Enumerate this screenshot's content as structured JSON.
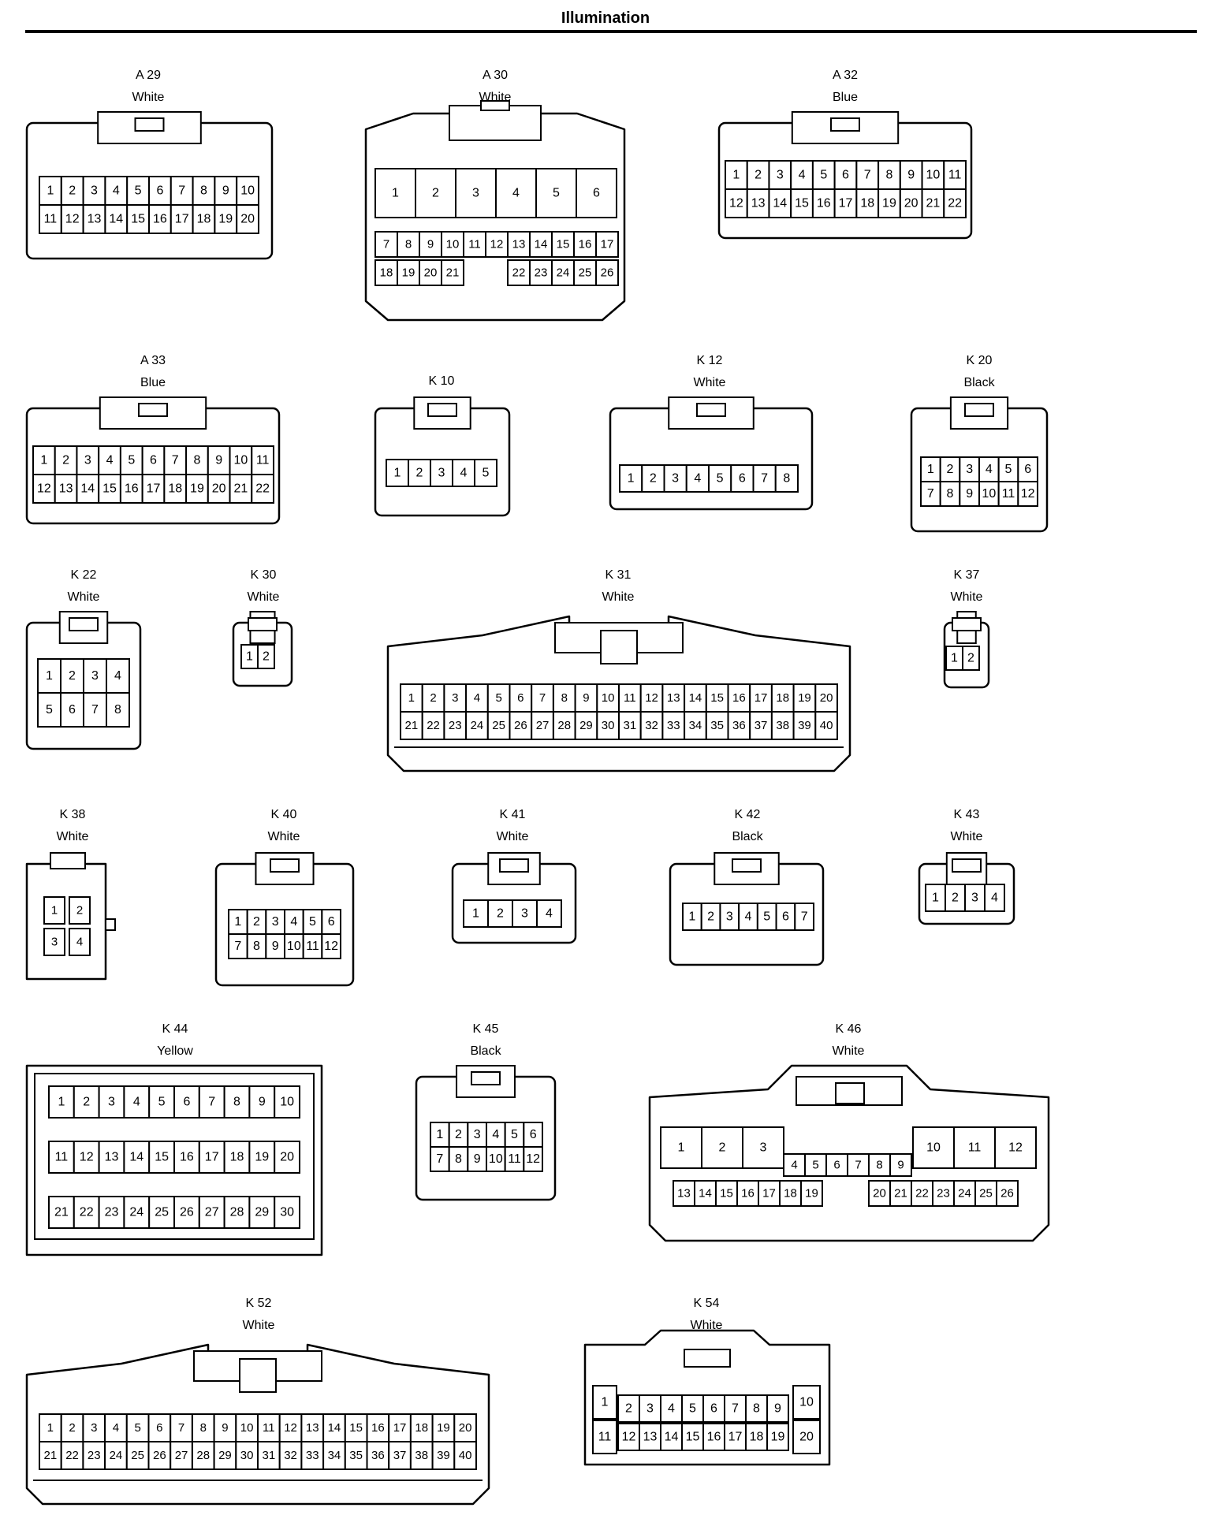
{
  "page": {
    "title": "Illumination"
  },
  "connectors": [
    {
      "id": "A 29",
      "color": "White",
      "rows": [
        [
          "1",
          "2",
          "3",
          "4",
          "5",
          "6",
          "7",
          "8",
          "9",
          "10"
        ],
        [
          "11",
          "12",
          "13",
          "14",
          "15",
          "16",
          "17",
          "18",
          "19",
          "20"
        ]
      ]
    },
    {
      "id": "A 30",
      "color": "White",
      "rows": [
        [
          "1",
          "2",
          "3",
          "4",
          "5",
          "6"
        ],
        [
          "7",
          "8",
          "9",
          "10",
          "11",
          "12",
          "13",
          "14",
          "15",
          "16",
          "17"
        ],
        [
          "18",
          "19",
          "20",
          "21",
          "",
          "22",
          "23",
          "24",
          "25",
          "26"
        ]
      ]
    },
    {
      "id": "A 32",
      "color": "Blue",
      "rows": [
        [
          "1",
          "2",
          "3",
          "4",
          "5",
          "6",
          "7",
          "8",
          "9",
          "10",
          "11"
        ],
        [
          "12",
          "13",
          "14",
          "15",
          "16",
          "17",
          "18",
          "19",
          "20",
          "21",
          "22"
        ]
      ]
    },
    {
      "id": "A 33",
      "color": "Blue",
      "rows": [
        [
          "1",
          "2",
          "3",
          "4",
          "5",
          "6",
          "7",
          "8",
          "9",
          "10",
          "11"
        ],
        [
          "12",
          "13",
          "14",
          "15",
          "16",
          "17",
          "18",
          "19",
          "20",
          "21",
          "22"
        ]
      ]
    },
    {
      "id": "K 10",
      "color": "White",
      "rows": [
        [
          "1",
          "2",
          "3",
          "4",
          "5"
        ]
      ]
    },
    {
      "id": "K 12",
      "color": "White",
      "rows": [
        [
          "1",
          "2",
          "3",
          "4",
          "5",
          "6",
          "7",
          "8"
        ]
      ]
    },
    {
      "id": "K 20",
      "color": "Black",
      "rows": [
        [
          "1",
          "2",
          "3",
          "4",
          "5",
          "6"
        ],
        [
          "7",
          "8",
          "9",
          "10",
          "11",
          "12"
        ]
      ]
    },
    {
      "id": "K 22",
      "color": "White",
      "rows": [
        [
          "1",
          "2",
          "3",
          "4"
        ],
        [
          "5",
          "6",
          "7",
          "8"
        ]
      ]
    },
    {
      "id": "K 30",
      "color": "White",
      "rows": [
        [
          "1",
          "2"
        ]
      ]
    },
    {
      "id": "K 31",
      "color": "White",
      "rows": [
        [
          "1",
          "2",
          "3",
          "4",
          "5",
          "6",
          "7",
          "8",
          "9",
          "10",
          "11",
          "12",
          "13",
          "14",
          "15",
          "16",
          "17",
          "18",
          "19",
          "20"
        ],
        [
          "21",
          "22",
          "23",
          "24",
          "25",
          "26",
          "27",
          "28",
          "29",
          "30",
          "31",
          "32",
          "33",
          "34",
          "35",
          "36",
          "37",
          "38",
          "39",
          "40"
        ]
      ]
    },
    {
      "id": "K 37",
      "color": "White",
      "rows": [
        [
          "1",
          "2"
        ]
      ]
    },
    {
      "id": "K 38",
      "color": "White",
      "rows": [
        [
          "1",
          "2"
        ],
        [
          "3",
          "4"
        ]
      ]
    },
    {
      "id": "K 40",
      "color": "White",
      "rows": [
        [
          "1",
          "2",
          "3",
          "4",
          "5",
          "6"
        ],
        [
          "7",
          "8",
          "9",
          "10",
          "11",
          "12"
        ]
      ]
    },
    {
      "id": "K 41",
      "color": "White",
      "rows": [
        [
          "1",
          "2",
          "3",
          "4"
        ]
      ]
    },
    {
      "id": "K 42",
      "color": "Black",
      "rows": [
        [
          "1",
          "2",
          "3",
          "4",
          "5",
          "6",
          "7"
        ]
      ]
    },
    {
      "id": "K 43",
      "color": "White",
      "rows": [
        [
          "1",
          "2",
          "3",
          "4"
        ]
      ]
    },
    {
      "id": "K 44",
      "color": "Yellow",
      "rows": [
        [
          "1",
          "2",
          "3",
          "4",
          "5",
          "6",
          "7",
          "8",
          "9",
          "10"
        ],
        [
          "11",
          "12",
          "13",
          "14",
          "15",
          "16",
          "17",
          "18",
          "19",
          "20"
        ],
        [
          "21",
          "22",
          "23",
          "24",
          "25",
          "26",
          "27",
          "28",
          "29",
          "30"
        ]
      ]
    },
    {
      "id": "K 45",
      "color": "Black",
      "rows": [
        [
          "1",
          "2",
          "3",
          "4",
          "5",
          "6"
        ],
        [
          "7",
          "8",
          "9",
          "10",
          "11",
          "12"
        ]
      ]
    },
    {
      "id": "K 46",
      "color": "White",
      "rows": [
        [
          "1",
          "2",
          "3",
          "4",
          "5",
          "6",
          "7",
          "8",
          "9",
          "10",
          "11",
          "12"
        ],
        [
          "13",
          "14",
          "15",
          "16",
          "17",
          "18",
          "19",
          "20",
          "21",
          "22",
          "23",
          "24",
          "25",
          "26"
        ]
      ]
    },
    {
      "id": "K 52",
      "color": "White",
      "rows": [
        [
          "1",
          "2",
          "3",
          "4",
          "5",
          "6",
          "7",
          "8",
          "9",
          "10",
          "11",
          "12",
          "13",
          "14",
          "15",
          "16",
          "17",
          "18",
          "19",
          "20"
        ],
        [
          "21",
          "22",
          "23",
          "24",
          "25",
          "26",
          "27",
          "28",
          "29",
          "30",
          "31",
          "32",
          "33",
          "34",
          "35",
          "36",
          "37",
          "38",
          "39",
          "40"
        ]
      ]
    },
    {
      "id": "K 54",
      "color": "White",
      "rows": [
        [
          "1",
          "2",
          "3",
          "4",
          "5",
          "6",
          "7",
          "8",
          "9",
          "10"
        ],
        [
          "11",
          "12",
          "13",
          "14",
          "15",
          "16",
          "17",
          "18",
          "19",
          "20"
        ]
      ]
    }
  ]
}
